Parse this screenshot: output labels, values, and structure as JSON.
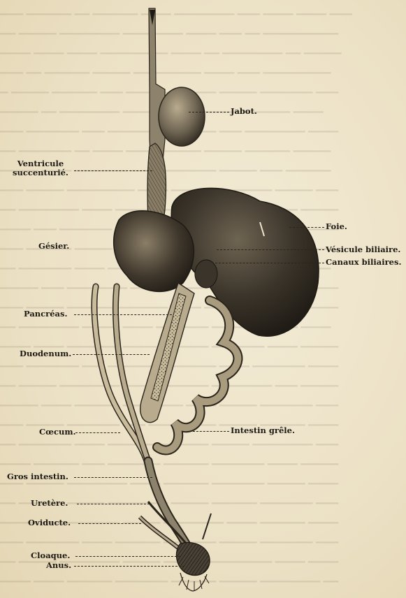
{
  "figure": {
    "labels": {
      "jabot": "Jabot.",
      "ventricule_line1": "Ventricule",
      "ventricule_line2": "succenturié.",
      "foie": "Foie.",
      "gesier": "Gésier.",
      "vesicule": "Vésicule biliaire.",
      "canaux": "Canaux biliaires.",
      "pancreas": "Pancréas.",
      "duodenum": "Duodenum.",
      "intestin_grele": "Intestin grêle.",
      "caecum": "Cœcum.",
      "gros_intestin": "Gros intestin.",
      "uretere": "Uretère.",
      "oviducte": "Oviducte.",
      "cloaque": "Cloaque.",
      "anus": "Anus."
    }
  },
  "colors": {
    "paper": "#efe6cf",
    "ink": "#1e1a14",
    "organ_dark": "#3b342a",
    "organ_mid": "#6e6452",
    "organ_light": "#b8ab8e"
  }
}
